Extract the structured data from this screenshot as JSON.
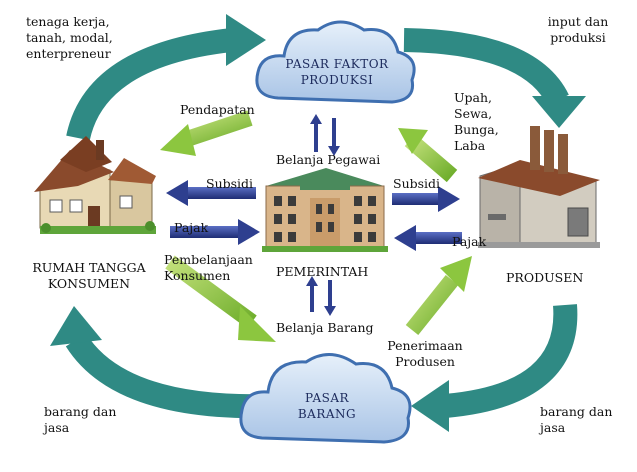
{
  "labels": {
    "tenaga_kerja": "tenaga kerja,\ntanah, modal,\nenterpreneur",
    "input_dan_produksi": "input dan\nproduksi",
    "pasar_faktor": "PASAR FAKTOR\nPRODUKSI",
    "pendapatan": "Pendapatan",
    "upah_sewa": "Upah,\nSewa,\nBunga,\nLaba",
    "belanja_pegawai": "Belanja Pegawai",
    "subsidi_left": "Subsidi",
    "subsidi_right": "Subsidi",
    "pajak_left": "Pajak",
    "pajak_right": "Pajak",
    "rumah_tangga": "RUMAH TANGGA\nKONSUMEN",
    "pembelanjaan": "Pembelanjaan\nKonsumen",
    "pemerintah": "PEMERINTAH",
    "produsen": "PRODUSEN",
    "belanja_barang": "Belanja Barang",
    "penerimaan": "Penerimaan\nProdusen",
    "pasar_barang": "PASAR\nBARANG",
    "barang_jasa_left": "barang dan\njasa",
    "barang_jasa_right": "barang dan\njasa"
  },
  "colors": {
    "teal_arrow": "#2f8a84",
    "green_arrow": "#8cc63f",
    "blue_arrow": "#2e3f8f",
    "cloud_fill": "#bcd3ec",
    "cloud_stroke": "#3f6fb0"
  },
  "icons": [
    "house-icon",
    "government-building-icon",
    "factory-icon",
    "cloud-icon"
  ]
}
